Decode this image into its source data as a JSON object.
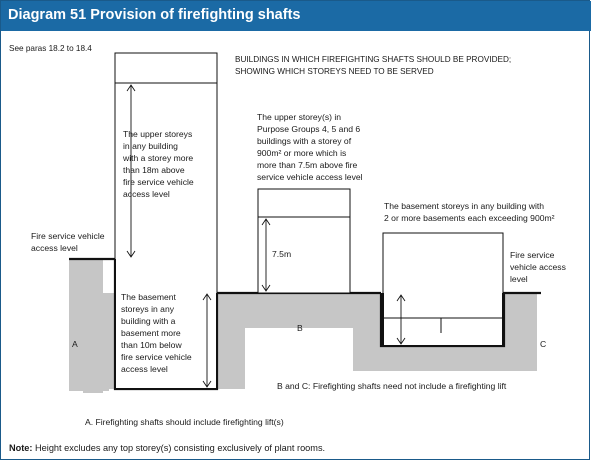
{
  "title": "Diagram 51 Provision of firefighting shafts",
  "ref": "See paras 18.2 to 18.4",
  "heading_lines": [
    "BUILDINGS IN WHICH FIREFIGHTING SHAFTS SHOULD BE PROVIDED;",
    "SHOWING WHICH STOREYS NEED TO BE SERVED"
  ],
  "label_upper_tall": [
    "The upper storeys",
    "in any building",
    "with a storey more",
    "than 18m above",
    "fire service vehicle",
    "access level"
  ],
  "label_basement_a": [
    "The basement",
    "storeys in any",
    "building with a",
    "basement more",
    "than 10m below",
    "fire service vehicle",
    "access level"
  ],
  "label_access_left": [
    "Fire service vehicle",
    "access level"
  ],
  "label_upper_mid": [
    "The upper storey(s) in",
    "Purpose Groups 4, 5 and 6",
    "buildings with a storey of",
    "900m² or more which is",
    "more than 7.5m above fire",
    "service vehicle access level"
  ],
  "dim_7_5": "7.5m",
  "label_basement_c": [
    "The basement storeys in any building with",
    "2 or more basements each exceeding 900m²"
  ],
  "label_access_right": [
    "Fire service",
    "vehicle access",
    "level"
  ],
  "letter_a": "A",
  "letter_b": "B",
  "letter_c": "C",
  "caption_bc": "B and C: Firefighting shafts need not include a firefighting lift",
  "caption_a": "A. Firefighting shafts should include firefighting lift(s)",
  "note_label": "Note:",
  "note_text": " Height excludes any top storey(s) consisting exclusively of plant rooms.",
  "colors": {
    "title_bar": "#1b6aa5",
    "ground": "#c6c6c6",
    "line": "#111111"
  }
}
